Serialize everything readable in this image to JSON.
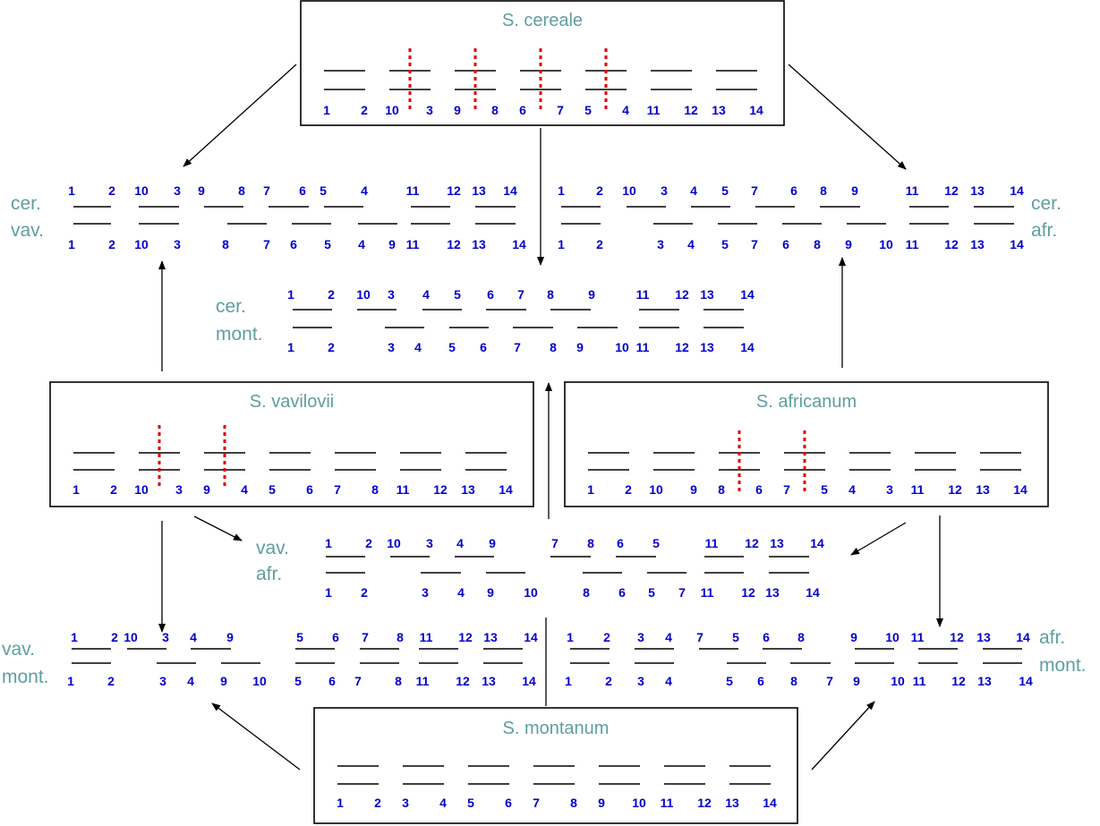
{
  "colors": {
    "title": "#5f9ea0",
    "number": "#0000cc",
    "line": "#000000",
    "break": "#dd0000",
    "box": "#000000"
  },
  "boxes": [
    {
      "id": "cereale",
      "title": "S. cereale",
      "pairs": [
        {
          "left": "1",
          "right": "2",
          "break": false
        },
        {
          "left": "10",
          "right": "3",
          "break": true
        },
        {
          "left": "9",
          "right": "8",
          "break": true
        },
        {
          "left": "6",
          "right": "7",
          "break": true
        },
        {
          "left": "5",
          "right": "4",
          "break": true
        },
        {
          "left": "11",
          "right": "12",
          "break": false
        },
        {
          "left": "13",
          "right": "14",
          "break": false
        }
      ]
    },
    {
      "id": "vavilovii",
      "title": "S. vavilovii",
      "pairs": [
        {
          "left": "1",
          "right": "2",
          "break": false
        },
        {
          "left": "10",
          "right": "3",
          "break": true
        },
        {
          "left": "9",
          "right": "4",
          "break": true
        },
        {
          "left": "5",
          "right": "6",
          "break": false
        },
        {
          "left": "7",
          "right": "8",
          "break": false
        },
        {
          "left": "11",
          "right": "12",
          "break": false
        },
        {
          "left": "13",
          "right": "14",
          "break": false
        }
      ]
    },
    {
      "id": "africanum",
      "title": "S. africanum",
      "pairs": [
        {
          "left": "1",
          "right": "2",
          "break": false
        },
        {
          "left": "10",
          "right": "9",
          "break": false
        },
        {
          "left": "8",
          "right": "6",
          "break": true
        },
        {
          "left": "7",
          "right": "5",
          "break": true
        },
        {
          "left": "4",
          "right": "3",
          "break": false
        },
        {
          "left": "11",
          "right": "12",
          "break": false
        },
        {
          "left": "13",
          "right": "14",
          "break": false
        }
      ]
    },
    {
      "id": "montanum",
      "title": "S. montanum",
      "pairs": [
        {
          "left": "1",
          "right": "2",
          "break": false
        },
        {
          "left": "3",
          "right": "4",
          "break": false
        },
        {
          "left": "5",
          "right": "6",
          "break": false
        },
        {
          "left": "7",
          "right": "8",
          "break": false
        },
        {
          "left": "9",
          "right": "10",
          "break": false
        },
        {
          "left": "11",
          "right": "12",
          "break": false
        },
        {
          "left": "13",
          "right": "14",
          "break": false
        }
      ]
    }
  ],
  "hybrids": [
    {
      "id": "cer-vav",
      "label": [
        "cer.",
        "vav."
      ],
      "top": [
        "1",
        "2",
        "10",
        "3",
        "9",
        "8",
        "7",
        "6",
        "5",
        "4",
        "11",
        "12",
        "13",
        "14"
      ],
      "bottom": [
        "1",
        "2",
        "10",
        "3",
        "8",
        "7",
        "6",
        "5",
        "4",
        "9",
        "11",
        "12",
        "13",
        "14"
      ]
    },
    {
      "id": "cer-afr",
      "label": [
        "cer.",
        "afr."
      ],
      "top": [
        "1",
        "2",
        "10",
        "3",
        "4",
        "5",
        "7",
        "6",
        "8",
        "9",
        "11",
        "12",
        "13",
        "14"
      ],
      "bottom": [
        "1",
        "2",
        "3",
        "4",
        "5",
        "7",
        "6",
        "8",
        "9",
        "10",
        "11",
        "12",
        "13",
        "14"
      ]
    },
    {
      "id": "cer-mont",
      "label": [
        "cer.",
        "mont."
      ],
      "top": [
        "1",
        "2",
        "10",
        "3",
        "4",
        "5",
        "6",
        "7",
        "8",
        "9",
        "11",
        "12",
        "13",
        "14"
      ],
      "bottom": [
        "1",
        "2",
        "3",
        "4",
        "5",
        "6",
        "7",
        "8",
        "9",
        "10",
        "11",
        "12",
        "13",
        "14"
      ]
    },
    {
      "id": "vav-afr",
      "label": [
        "vav.",
        "afr."
      ],
      "top": [
        "1",
        "2",
        "10",
        "3",
        "4",
        "9",
        "7",
        "8",
        "6",
        "5",
        "11",
        "12",
        "13",
        "14"
      ],
      "bottom": [
        "1",
        "2",
        "3",
        "4",
        "9",
        "10",
        "8",
        "6",
        "5",
        "7",
        "11",
        "12",
        "13",
        "14"
      ]
    },
    {
      "id": "vav-mont",
      "label": [
        "vav.",
        "mont."
      ],
      "top": [
        "1",
        "2",
        "10",
        "3",
        "4",
        "9",
        "5",
        "6",
        "7",
        "8",
        "11",
        "12",
        "13",
        "14"
      ],
      "bottom": [
        "1",
        "2",
        "3",
        "4",
        "9",
        "10",
        "5",
        "6",
        "7",
        "8",
        "11",
        "12",
        "13",
        "14"
      ]
    },
    {
      "id": "afr-mont",
      "label": [
        "afr.",
        "mont."
      ],
      "top": [
        "1",
        "2",
        "3",
        "4",
        "7",
        "5",
        "6",
        "8",
        "9",
        "10",
        "11",
        "12",
        "13",
        "14"
      ],
      "bottom": [
        "1",
        "2",
        "3",
        "4",
        "5",
        "6",
        "8",
        "7",
        "9",
        "10",
        "11",
        "12",
        "13",
        "14"
      ]
    }
  ]
}
